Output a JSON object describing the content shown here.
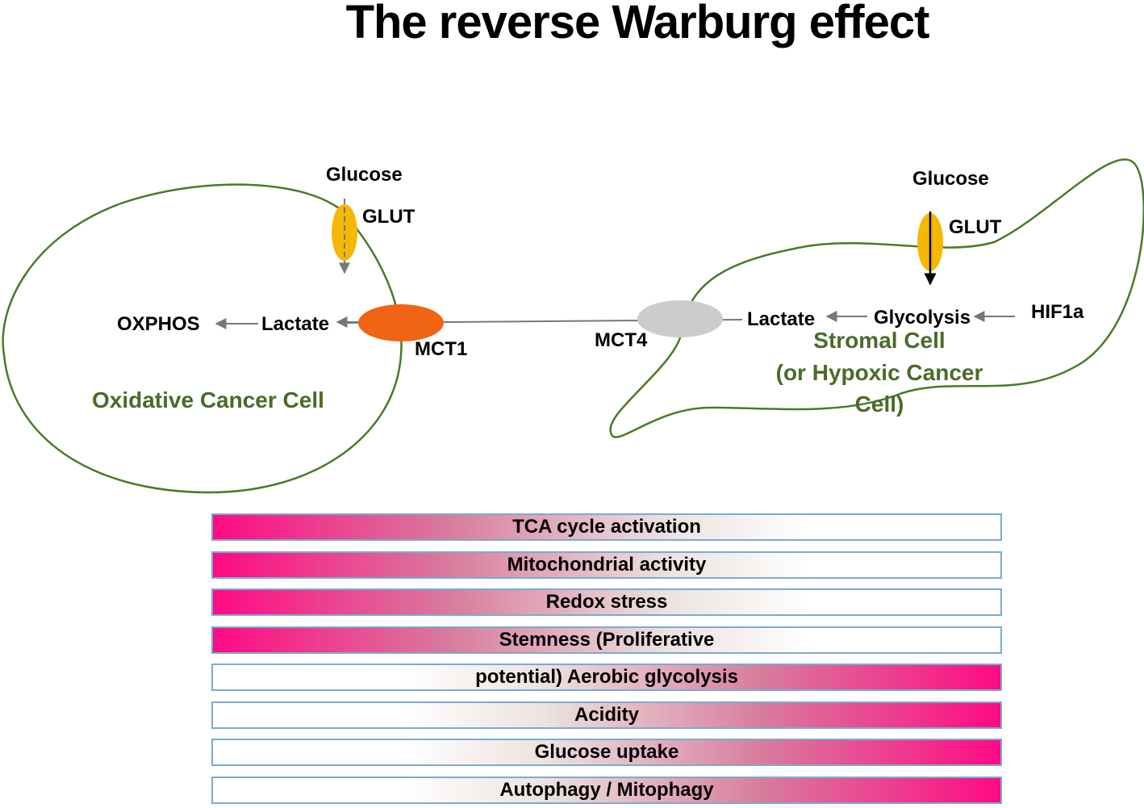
{
  "title": "The reverse Warburg effect",
  "left_cell": {
    "name": "Oxidative  Cancer Cell",
    "glucose": "Glucose",
    "glut": "GLUT",
    "lactate": "Lactate",
    "oxphos": "OXPHOS",
    "mct": "MCT1",
    "mct_color": "#f06414"
  },
  "right_cell": {
    "name_line1": "Stromal Cell",
    "name_line2": "(or Hypoxic Cancer",
    "name_line3": "Cell)",
    "glucose": "Glucose",
    "glut": "GLUT",
    "lactate": "Lactate",
    "glycolysis": "Glycolysis",
    "hif": "HIF1a",
    "mct": "MCT4",
    "mct_color": "#cccccc"
  },
  "colors": {
    "cell_outline": "#4a7a2a",
    "cell_label": "#4a6b2a",
    "glut": "#f5b800",
    "bar_accent": "#ff0a84",
    "bar_border": "#7aaad8"
  },
  "bars": [
    {
      "label": "TCA cycle activation",
      "gradient": "left"
    },
    {
      "label": "Mitochondrial  activity",
      "gradient": "left"
    },
    {
      "label": "Redox stress",
      "gradient": "left"
    },
    {
      "label": "Stemness (Proliferative",
      "gradient": "left"
    },
    {
      "label": "potential) Aerobic glycolysis",
      "gradient": "right"
    },
    {
      "label": "Acidity",
      "gradient": "right"
    },
    {
      "label": "Glucose uptake",
      "gradient": "right"
    },
    {
      "label": "Autophagy  / Mitophagy",
      "gradient": "right"
    }
  ]
}
